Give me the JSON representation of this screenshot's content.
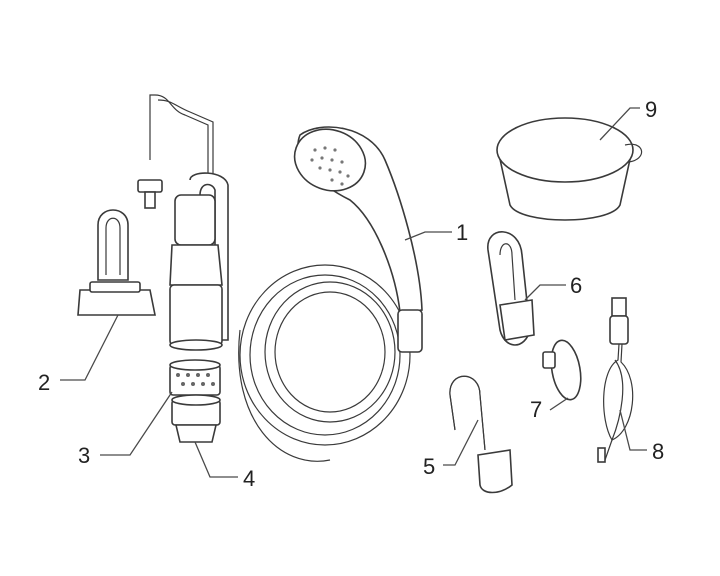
{
  "diagram": {
    "type": "exploded-parts-view",
    "callouts": [
      {
        "number": "1",
        "part": "shower-head-with-hose"
      },
      {
        "number": "2",
        "part": "handle-bracket"
      },
      {
        "number": "3",
        "part": "filter-mesh"
      },
      {
        "number": "4",
        "part": "pump-base"
      },
      {
        "number": "5",
        "part": "hook"
      },
      {
        "number": "6",
        "part": "shower-head-holder"
      },
      {
        "number": "7",
        "part": "suction-cup"
      },
      {
        "number": "8",
        "part": "usb-charging-cable"
      },
      {
        "number": "9",
        "part": "storage-case"
      }
    ]
  }
}
